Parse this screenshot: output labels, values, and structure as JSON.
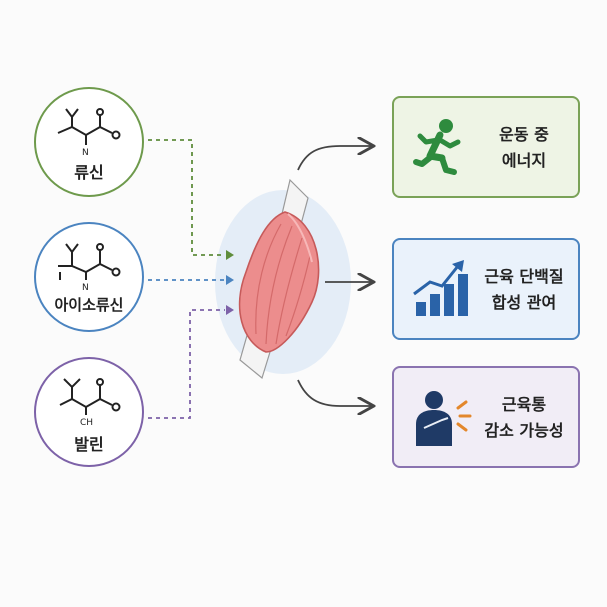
{
  "amino_acids": [
    {
      "name": "류신",
      "color": "#6e9a4c"
    },
    {
      "name": "아이소류신",
      "color": "#4b84c0"
    },
    {
      "name": "발린",
      "color": "#7d62a8"
    }
  ],
  "effects": [
    {
      "line1": "운동 중",
      "line2": "에너지",
      "icon": "running-person-icon",
      "color": "#2e8b3e"
    },
    {
      "line1": "근육 단백질",
      "line2": "합성 관여",
      "icon": "growth-bar-chart-icon",
      "color": "#2a63a8"
    },
    {
      "line1": "근육통",
      "line2": "감소 가능성",
      "icon": "shoulder-pain-person-icon",
      "color": "#1f3a66"
    }
  ],
  "center": {
    "icon": "muscle-icon",
    "color": "#e07b7b"
  }
}
